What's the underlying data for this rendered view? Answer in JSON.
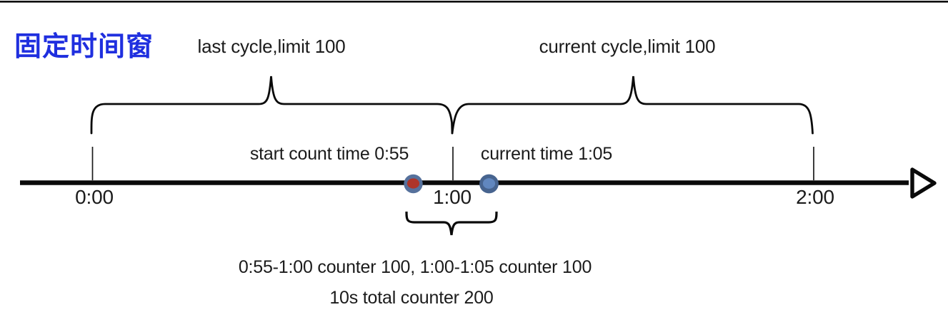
{
  "page": {
    "background_color": "#ffffff",
    "top_rule_color": "#0a0a0a",
    "line_color": "#0a0a0a",
    "text_color": "#1b1b1b"
  },
  "title": {
    "text": "固定时间窗",
    "color": "#1f2fdf"
  },
  "cycles": {
    "last_cycle_label": "last cycle,limit 100",
    "current_cycle_label": "current cycle,limit 100"
  },
  "timeline": {
    "ticks": [
      {
        "label": "0:00"
      },
      {
        "label": "1:00"
      },
      {
        "label": "2:00"
      }
    ],
    "markers": [
      {
        "name": "start-count",
        "label": "start count time 0:55",
        "ring_color": "#56719c",
        "core_color": "#ae3529"
      },
      {
        "name": "current-time",
        "label": "current time 1:05",
        "ring_color": "#47648f",
        "core_color": "#6187bf"
      }
    ]
  },
  "annotation": {
    "line1": "0:55-1:00 counter 100, 1:00-1:05 counter 100",
    "line2": "10s total counter 200"
  }
}
